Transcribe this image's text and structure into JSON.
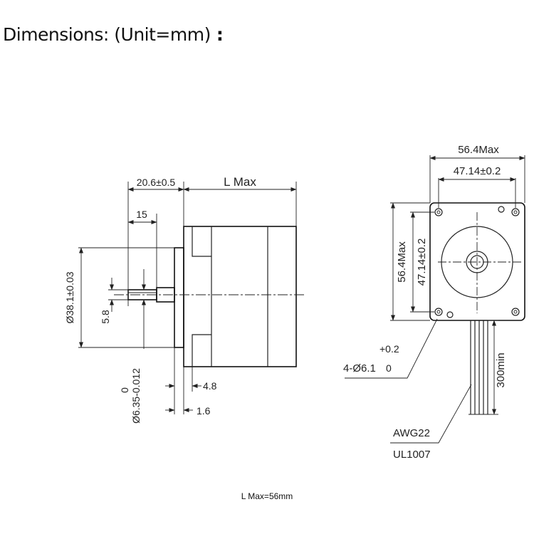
{
  "heading": {
    "title": "Dimensions: (Unit=mm)",
    "colon": ":"
  },
  "side_view": {
    "body_offset": "20.6±0.5",
    "body_length": "L Max",
    "shaft_length": "15",
    "flange_diameter": "Ø38.1±0.03",
    "shaft_flat": "5.8",
    "shaft_tol_upper": "0",
    "shaft_diameter": "Ø6.35-0.012",
    "flange_thickness": "4.8",
    "flange_step": "1.6"
  },
  "front_view": {
    "overall_width": "56.4Max",
    "hole_spacing_h": "47.14±0.2",
    "overall_height": "56.4Max",
    "hole_spacing_v": "47.14±0.2",
    "holes": "4-Ø6.1",
    "holes_tol_upper": "+0.2",
    "holes_tol_lower": "0",
    "lead_length": "300min",
    "wire_gauge": "AWG22",
    "wire_spec": "UL1007"
  },
  "footnote": "L Max=56mm"
}
